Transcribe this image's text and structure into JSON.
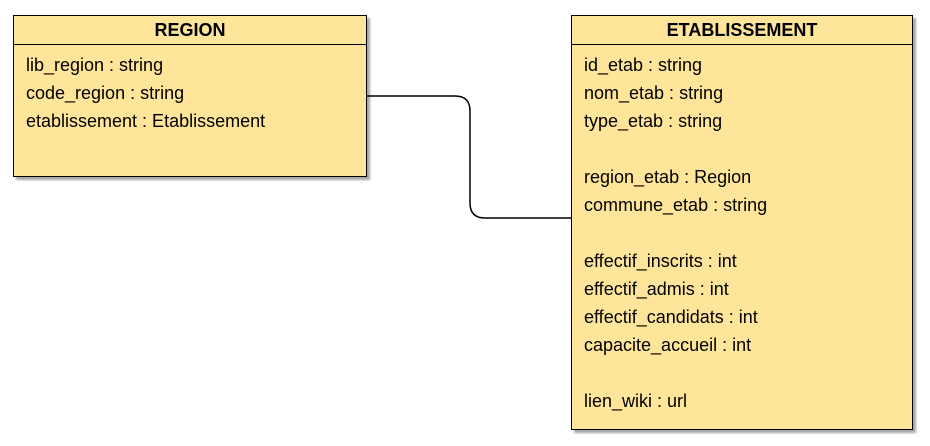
{
  "colors": {
    "class_fill": "#ffe599",
    "border": "#000000"
  },
  "region": {
    "name": "REGION",
    "attributes": [
      "lib_region : string",
      "code_region : string",
      "etablissement : Etablissement"
    ]
  },
  "etablissement": {
    "name": "ETABLISSEMENT",
    "attributes": [
      "id_etab : string",
      "nom_etab : string",
      "type_etab : string",
      "",
      "region_etab : Region",
      "commune_etab : string",
      "",
      "effectif_inscrits : int",
      "effectif_admis : int",
      "effectif_candidats : int",
      "capacite_accueil : int",
      "",
      "lien_wiki : url"
    ]
  }
}
